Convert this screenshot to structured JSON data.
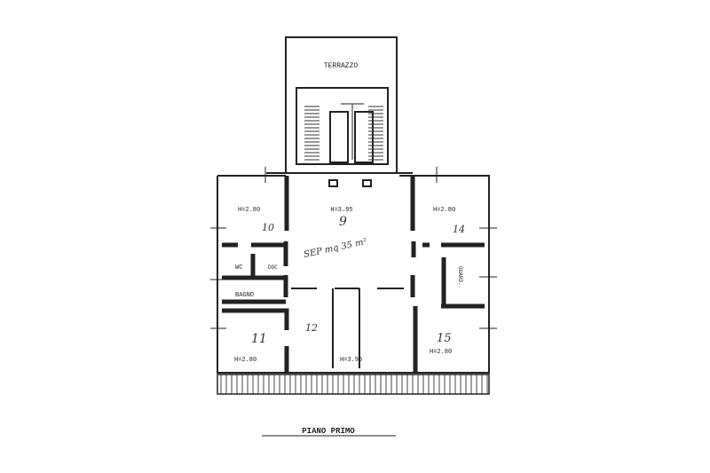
{
  "plan": {
    "title": "PIANO PRIMO",
    "terrace_label": "TERRAZZO",
    "rooms": [
      {
        "number": "9",
        "height": "H=3.95",
        "note": "SEP mq 35 m²"
      },
      {
        "number": "10",
        "height": "H=2.80"
      },
      {
        "number": "11",
        "height": "H=2.80"
      },
      {
        "number": "12",
        "height": "H=3.95"
      },
      {
        "number": "14",
        "height": "H=2.80"
      },
      {
        "number": "15",
        "height": "H=2.80"
      }
    ],
    "service_rooms": {
      "wc": "WC",
      "doc": "DOC",
      "bathroom": "BAGNO",
      "closet": "GUARD."
    }
  }
}
